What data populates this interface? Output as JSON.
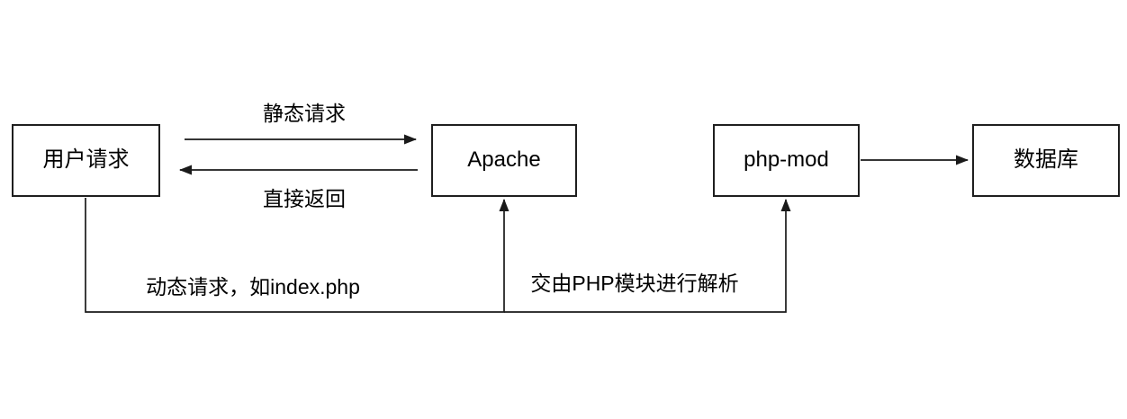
{
  "diagram": {
    "title": "Apache PHP request flow",
    "colors": {
      "stroke": "#1a1a1a",
      "text": "#000000",
      "background": "#ffffff",
      "node_fill": "#ffffff"
    },
    "nodes": [
      {
        "id": "user-request",
        "label": "用户请求"
      },
      {
        "id": "apache",
        "label": "Apache"
      },
      {
        "id": "php-mod",
        "label": "php-mod"
      },
      {
        "id": "database",
        "label": "数据库"
      }
    ],
    "edges": [
      {
        "id": "static-request",
        "from": "user-request",
        "to": "apache",
        "label": "静态请求"
      },
      {
        "id": "direct-return",
        "from": "apache",
        "to": "user-request",
        "label": "直接返回"
      },
      {
        "id": "dynamic-request",
        "from": "user-request",
        "to": "apache",
        "label": "动态请求，如index.php"
      },
      {
        "id": "php-parse",
        "from": "apache",
        "to": "php-mod",
        "label": "交由PHP模块进行解析"
      },
      {
        "id": "query-database",
        "from": "php-mod",
        "to": "database",
        "label": ""
      }
    ]
  }
}
